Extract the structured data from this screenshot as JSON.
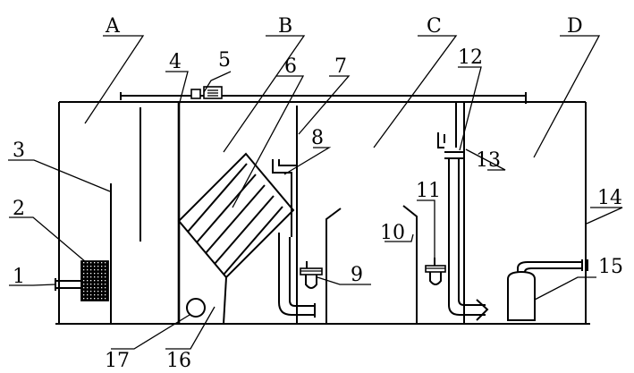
{
  "zones": {
    "a": "A",
    "b": "B",
    "c": "C",
    "d": "D"
  },
  "parts": {
    "p1": "1",
    "p2": "2",
    "p3": "3",
    "p4": "4",
    "p5": "5",
    "p6": "6",
    "p7": "7",
    "p8": "8",
    "p9": "9",
    "p10": "10",
    "p11": "11",
    "p12": "12",
    "p13": "13",
    "p14": "14",
    "p15": "15",
    "p16": "16",
    "p17": "17"
  },
  "colors": {
    "line": "#000000",
    "background": "#ffffff"
  }
}
